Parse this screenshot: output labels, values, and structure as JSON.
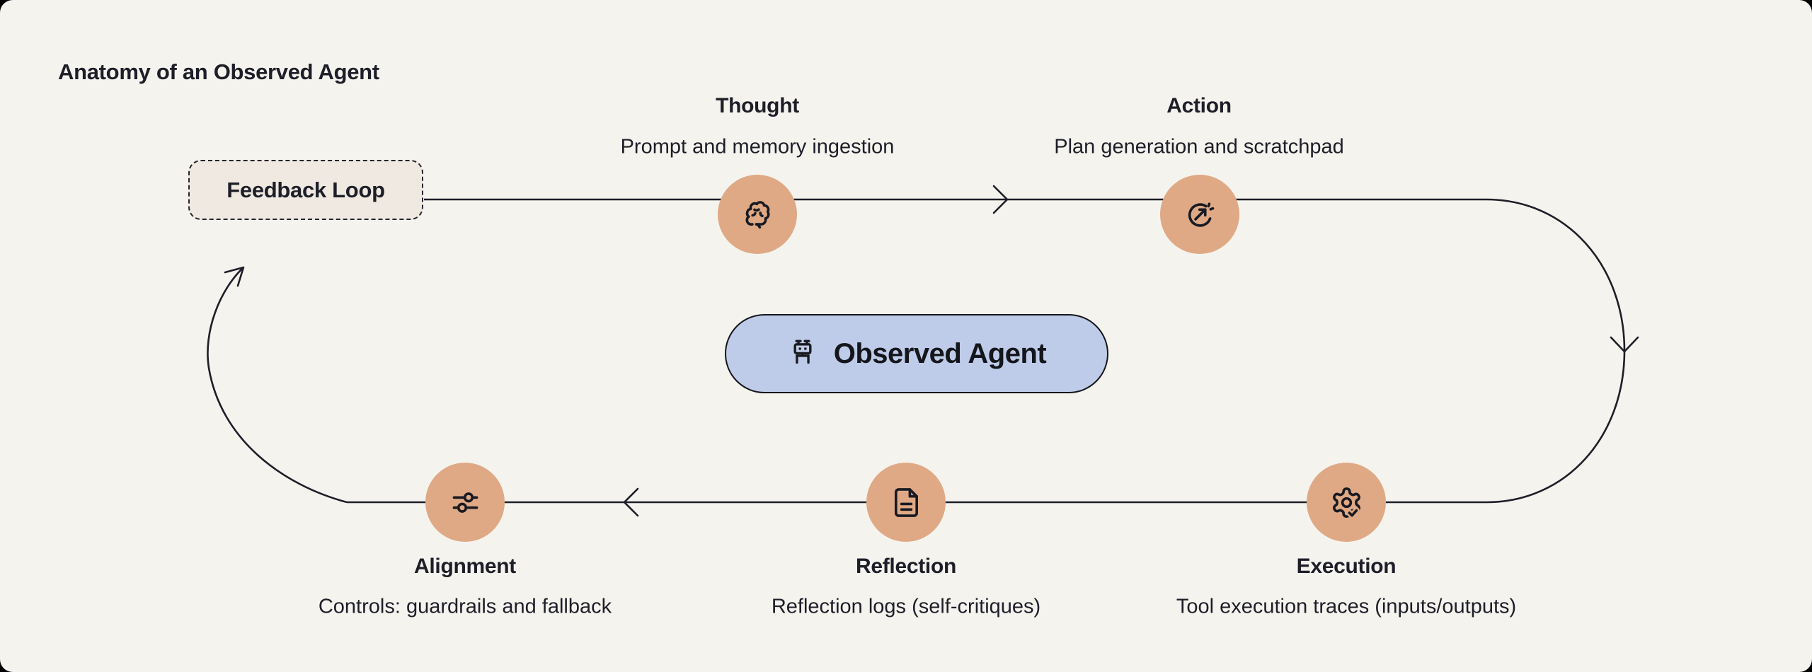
{
  "page": {
    "title": "Anatomy of an Observed Agent"
  },
  "diagram": {
    "feedback_loop": {
      "label": "Feedback Loop"
    },
    "agent": {
      "label": "Observed Agent",
      "icon": "robot-icon"
    },
    "nodes": {
      "thought": {
        "title": "Thought",
        "subtitle": "Prompt and memory ingestion",
        "icon": "brain-icon"
      },
      "action": {
        "title": "Action",
        "subtitle": "Plan generation and scratchpad",
        "icon": "launch-arrow-icon"
      },
      "execution": {
        "title": "Execution",
        "subtitle": "Tool execution traces (inputs/outputs)",
        "icon": "gear-check-icon"
      },
      "reflection": {
        "title": "Reflection",
        "subtitle": "Reflection logs (self-critiques)",
        "icon": "document-icon"
      },
      "alignment": {
        "title": "Alignment",
        "subtitle": "Controls: guardrails and fallback",
        "icon": "sliders-icon"
      }
    },
    "flow_direction": "Thought → Action → Execution → Reflection → Alignment → Feedback Loop",
    "colors": {
      "background": "#f5f3ee",
      "node_circle_fill": "#dfa985",
      "agent_pill_fill": "#bfcce9",
      "feedback_box_fill": "#f0e9e1",
      "stroke": "#1d1e28"
    }
  }
}
